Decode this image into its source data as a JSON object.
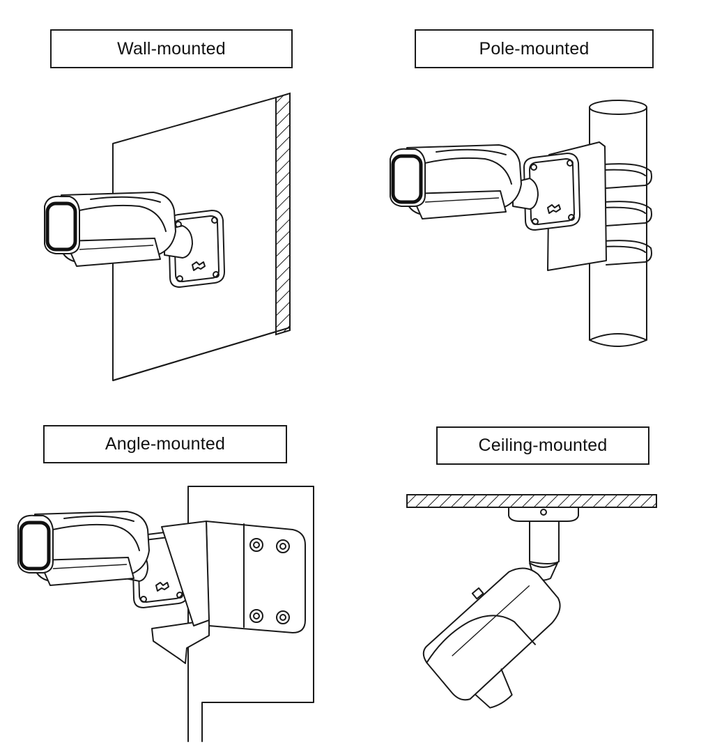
{
  "labels": {
    "wall": "Wall-mounted",
    "pole": "Pole-mounted",
    "angle": "Angle-mounted",
    "ceiling": "Ceiling-mounted"
  },
  "colors": {
    "line": "#1a1a1a",
    "background": "#ffffff"
  },
  "icons": [
    "bullet-camera-icon",
    "wall-mount-bracket-icon",
    "pole-clamp-icon",
    "corner-mount-bracket-icon",
    "ceiling-plate-icon"
  ]
}
